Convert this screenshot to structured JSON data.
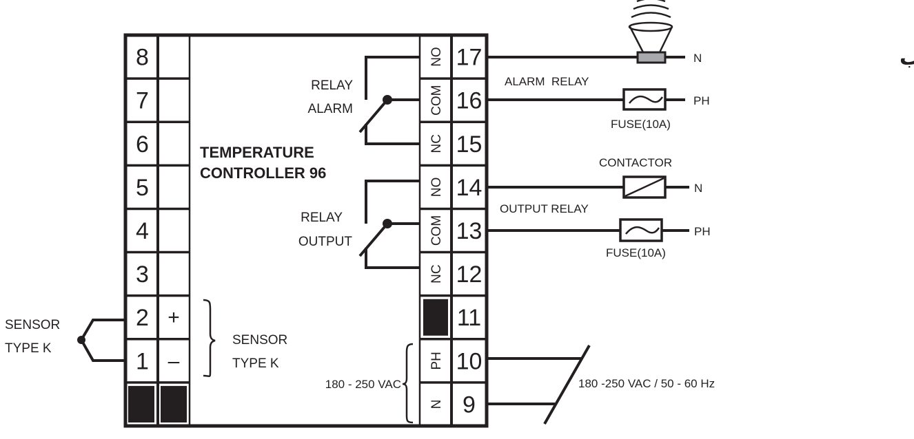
{
  "title": "راهنمای نصب",
  "controller": {
    "name_line1": "TEMPERATURE",
    "name_line2": "CONTROLLER 96"
  },
  "left_terminals": [
    {
      "number": "8",
      "sign": ""
    },
    {
      "number": "7",
      "sign": ""
    },
    {
      "number": "6",
      "sign": ""
    },
    {
      "number": "5",
      "sign": ""
    },
    {
      "number": "4",
      "sign": ""
    },
    {
      "number": "3",
      "sign": ""
    },
    {
      "number": "2",
      "sign": "+"
    },
    {
      "number": "1",
      "sign": "–"
    },
    {
      "number": "",
      "sign": "",
      "blocked": true
    }
  ],
  "right_terminals": [
    {
      "label": "NO",
      "number": "17"
    },
    {
      "label": "COM",
      "number": "16"
    },
    {
      "label": "NC",
      "number": "15"
    },
    {
      "label": "NO",
      "number": "14"
    },
    {
      "label": "COM",
      "number": "13"
    },
    {
      "label": "NC",
      "number": "12"
    },
    {
      "label": "",
      "number": "11",
      "blocked": true
    },
    {
      "label": "PH",
      "number": "10"
    },
    {
      "label": "N",
      "number": "9"
    }
  ],
  "relays": {
    "alarm": {
      "line1": "RELAY",
      "line2": "ALARM"
    },
    "output": {
      "line1": "RELAY",
      "line2": "OUTPUT"
    }
  },
  "sensor": {
    "external_line1": "SENSOR",
    "external_line2": "TYPE K",
    "internal_line1": "SENSOR",
    "internal_line2": "TYPE K"
  },
  "power": {
    "internal_label": "180 - 250 VAC",
    "external_label": "180 -250 VAC / 50 - 60 Hz"
  },
  "wiring": {
    "alarm_relay_label": "ALARM  RELAY",
    "alarm_n": "N",
    "alarm_ph": "PH",
    "alarm_fuse": "FUSE(10A)",
    "contactor_label": "CONTACTOR",
    "output_relay_label": "OUTPUT RELAY",
    "output_n": "N",
    "output_ph": "PH",
    "output_fuse": "FUSE(10A)"
  },
  "colors": {
    "ink": "#231f20",
    "siren_body": "#a7a9ac"
  }
}
